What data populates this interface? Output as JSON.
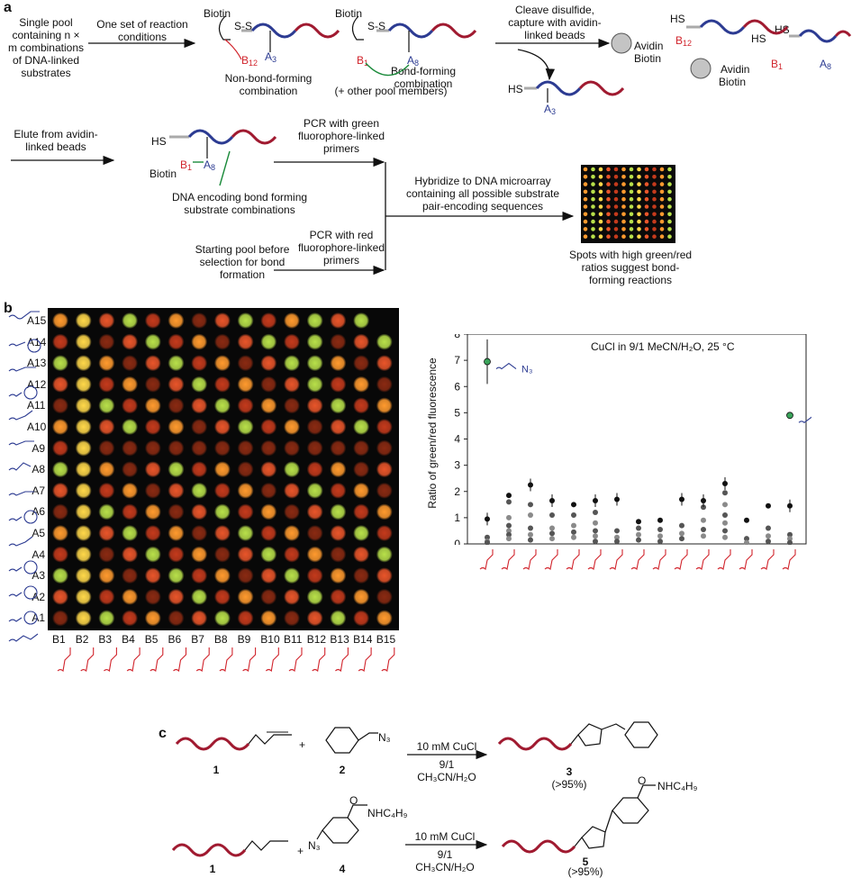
{
  "panels": {
    "a": "a",
    "b": "b",
    "c": "c"
  },
  "panel_a": {
    "pool_text": "Single pool containing n × m combinations of DNA-linked substrates",
    "reaction_conditions": "One set of reaction conditions",
    "biotin_label": "Biotin",
    "ss_label": "S-S",
    "non_bond_forming": "Non-bond-forming combination",
    "bond_forming": "Bond-forming combination",
    "other_pool": "(+ other pool members)",
    "cleave": "Cleave disulfide, capture with avidin-linked beads",
    "avidin": "Avidin",
    "hs": "HS",
    "elute": "Elute from avidin-linked beads",
    "dna_encoding": "DNA encoding bond forming substrate combinations",
    "pcr_green": "PCR with green fluorophore-linked primers",
    "pcr_red": "PCR with red fluorophore-linked primers",
    "starting_pool": "Starting pool before selection for bond formation",
    "hybridize": "Hybridize to DNA microarray containing all possible substrate pair-encoding sequences",
    "spots": "Spots with high green/red ratios suggest bond-forming reactions",
    "substrate_labels": {
      "b12": "B",
      "b12_sub": "12",
      "b1": "B",
      "b1_sub": "1",
      "a8": "A",
      "a8_sub": "8",
      "a3": "A",
      "a3_sub": "3"
    }
  },
  "panel_b": {
    "row_labels": [
      "A15",
      "A14",
      "A13",
      "A12",
      "A11",
      "A10",
      "A9",
      "A8",
      "A7",
      "A6",
      "A5",
      "A4",
      "A3",
      "A2",
      "A1"
    ],
    "col_labels": [
      "B1",
      "B2",
      "B3",
      "B4",
      "B5",
      "B6",
      "B7",
      "B8",
      "B9",
      "B10",
      "B11",
      "B12",
      "B13",
      "B14",
      "B15"
    ],
    "spot_colors": "#ff9a2e"
  },
  "chart_data": {
    "type": "scatter",
    "title": "CuCl in 9/1 MeCN/H₂O, 25 °C",
    "xlabel": "",
    "ylabel": "Ratio of green/red fluorescence",
    "ylim": [
      0,
      8
    ],
    "yticks": [
      0,
      1,
      2,
      3,
      4,
      5,
      6,
      7,
      8
    ],
    "categories": [
      "B1",
      "B2",
      "B3",
      "B4",
      "B5",
      "B6",
      "B7",
      "B8",
      "B9",
      "B10",
      "B11",
      "B12",
      "B13",
      "B14",
      "B15"
    ],
    "series": [
      {
        "values": [
          [
            0.95,
            0.25,
            0.1,
            0.05
          ],
          [
            1.85,
            1.6,
            1.0,
            0.7,
            0.5,
            0.35,
            0.2
          ],
          [
            2.25,
            1.5,
            1.1,
            0.6,
            0.35,
            0.15
          ],
          [
            1.65,
            1.1,
            0.6,
            0.4,
            0.2
          ],
          [
            1.5,
            1.1,
            0.7,
            0.45,
            0.25
          ],
          [
            1.65,
            1.2,
            0.8,
            0.5,
            0.3,
            0.1
          ],
          [
            1.7,
            0.5,
            0.25,
            0.1
          ],
          [
            0.85,
            0.6,
            0.35,
            0.15
          ],
          [
            0.9,
            0.55,
            0.3,
            0.1
          ],
          [
            1.7,
            0.7,
            0.4,
            0.2
          ],
          [
            1.65,
            1.4,
            0.9,
            0.55,
            0.3
          ],
          [
            2.3,
            1.95,
            1.5,
            1.1,
            0.8,
            0.5,
            0.25
          ],
          [
            0.9,
            0.2,
            0.05
          ],
          [
            1.45,
            0.6,
            0.3,
            0.1
          ],
          [
            1.45,
            0.35,
            0.2,
            0.05
          ]
        ]
      }
    ],
    "highlights": [
      {
        "category": "B1",
        "y": 6.95,
        "err_low": 6.1,
        "err_high": 7.8
      },
      {
        "category": "B15",
        "y": 4.9
      }
    ],
    "highlight_labels": [
      "N₃",
      ""
    ]
  },
  "panel_c": {
    "rxn1": {
      "conditions_top": "10 mM CuCl",
      "conditions_mid": "9/1",
      "conditions_bot": "CH₃CN/H₂O",
      "num1": "1",
      "num2": "2",
      "num3": "3",
      "yield": "(>95%)",
      "plus": "+",
      "n3": "N₃"
    },
    "rxn2": {
      "conditions_top": "10 mM CuCl",
      "conditions_mid": "9/1",
      "conditions_bot": "CH₃CN/H₂O",
      "num1": "1",
      "num4": "4",
      "num5": "5",
      "yield": "(>95%)",
      "plus": "+",
      "nhc4h9": "NHC₄H₉",
      "n3": "N₃",
      "o": "O"
    }
  }
}
